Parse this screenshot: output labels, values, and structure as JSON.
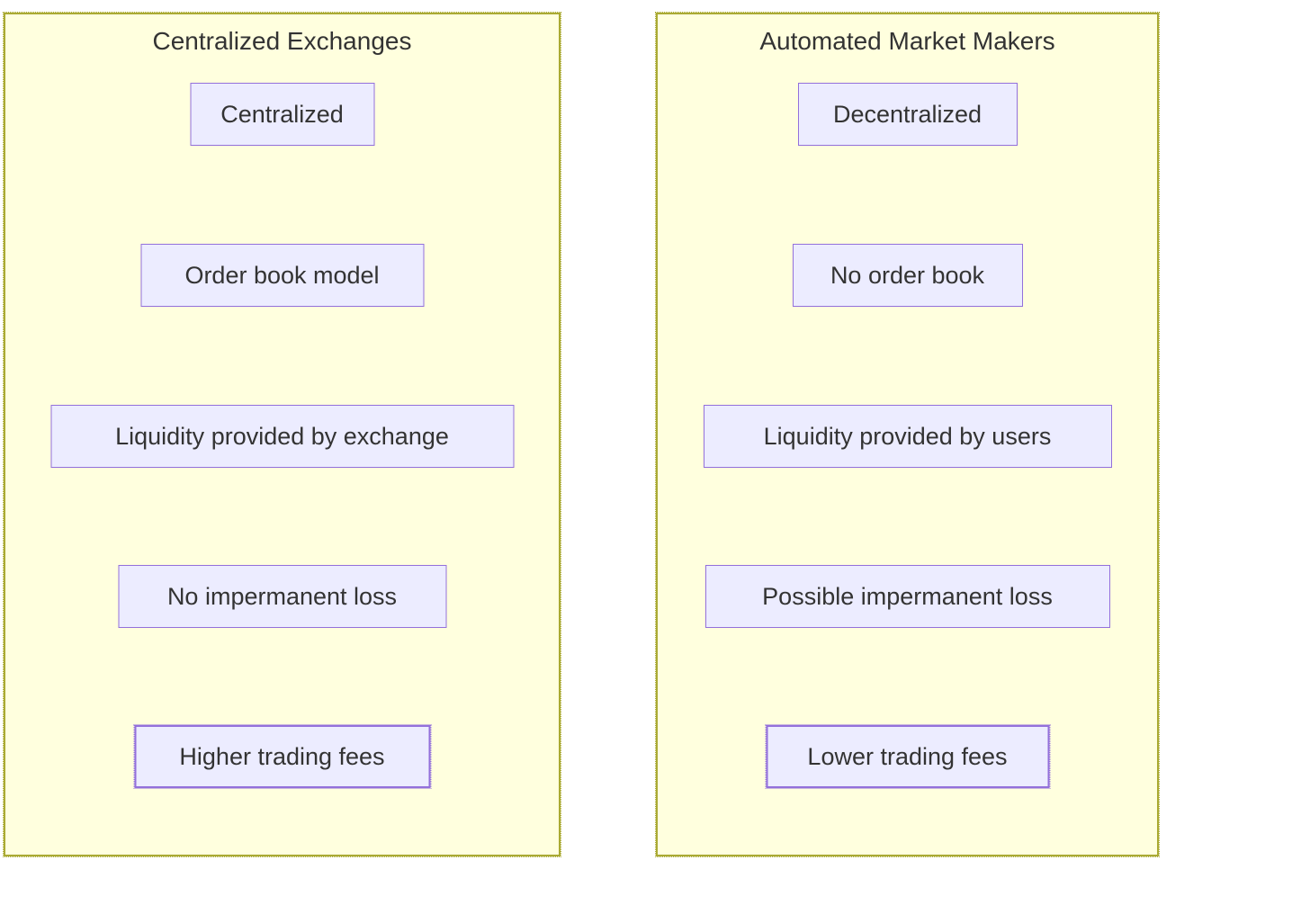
{
  "diagram": {
    "type": "comparison-flowchart",
    "colors": {
      "panel_background": "#ffffde",
      "panel_border": "#aaaa33",
      "node_background": "#ececff",
      "node_border": "#9370db",
      "text": "#333333",
      "page_background": "#ffffff"
    },
    "panels": [
      {
        "title": "Centralized Exchanges",
        "nodes": [
          "Centralized",
          "Order book model",
          "Liquidity provided by exchange",
          "No impermanent loss",
          "Higher trading fees"
        ]
      },
      {
        "title": "Automated Market Makers",
        "nodes": [
          "Decentralized",
          "No order book",
          "Liquidity provided by users",
          "Possible impermanent loss",
          "Lower trading fees"
        ]
      }
    ]
  }
}
